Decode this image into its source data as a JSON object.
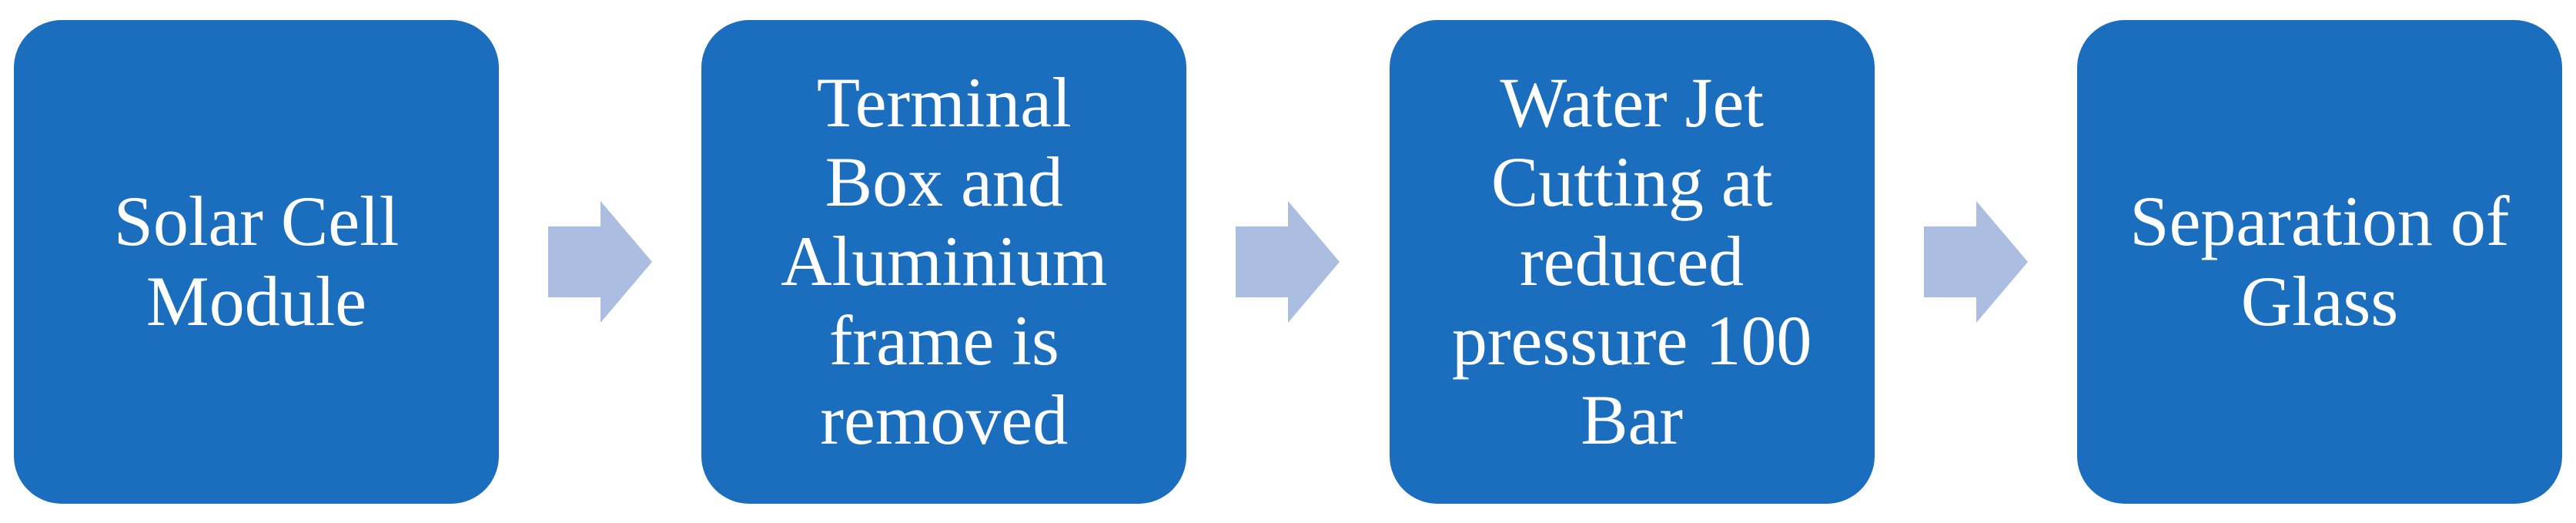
{
  "diagram": {
    "type": "process-flow",
    "direction": "left-to-right",
    "colors": {
      "background": "#FFFFFF",
      "box_fill": "#1B6EBE",
      "arrow_fill": "#ACBDE2",
      "text": "#FFFFFF"
    },
    "steps": [
      {
        "label": "Solar Cell\nModule"
      },
      {
        "label": "Terminal\nBox and\nAluminium\nframe is\nremoved"
      },
      {
        "label": "Water Jet\nCutting at\nreduced\npressure 100\nBar"
      },
      {
        "label": "Separation of\nGlass"
      }
    ]
  }
}
